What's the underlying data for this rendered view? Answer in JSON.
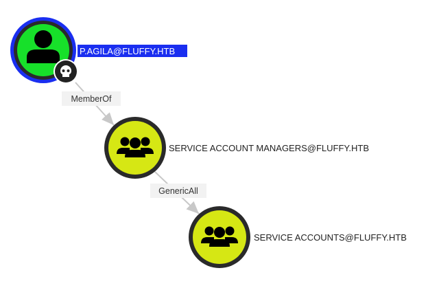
{
  "nodes": [
    {
      "label": "P.AGILA@FLUFFY.HTB",
      "type": "user",
      "color": "#17e02a",
      "selected": true,
      "owned": true
    },
    {
      "label": "SERVICE ACCOUNT MANAGERS@FLUFFY.HTB",
      "type": "group",
      "color": "#d6e714"
    },
    {
      "label": "SERVICE ACCOUNTS@FLUFFY.HTB",
      "type": "group",
      "color": "#d6e714"
    }
  ],
  "edges": [
    {
      "label": "MemberOf"
    },
    {
      "label": "GenericAll"
    }
  ],
  "colors": {
    "selection": "#1a2ef0",
    "ring": "#2a2a2a",
    "edge": "#c8c8c8"
  }
}
